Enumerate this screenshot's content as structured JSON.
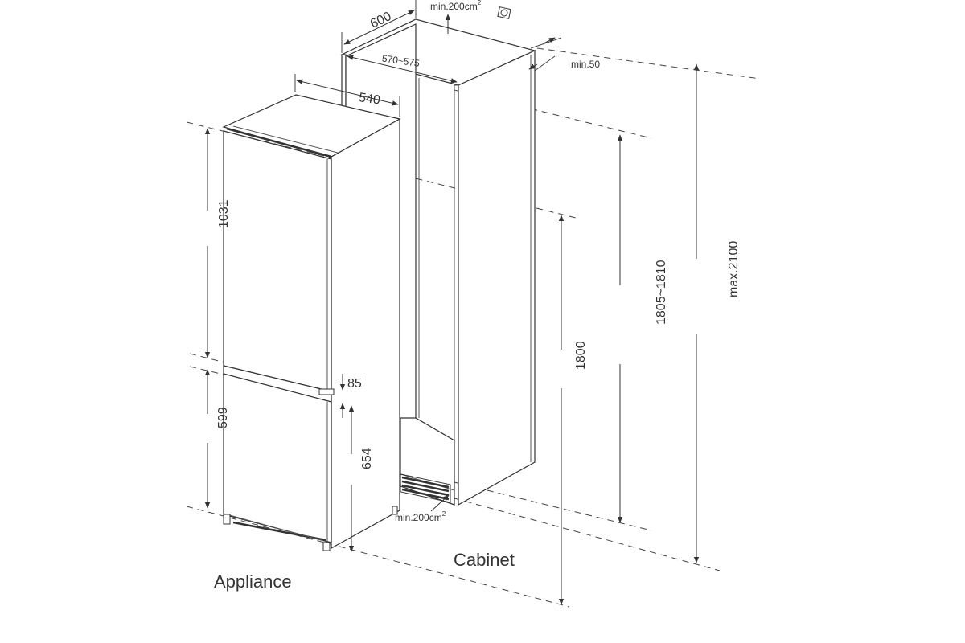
{
  "labels": {
    "appliance": "Appliance",
    "cabinet": "Cabinet"
  },
  "dimensions": {
    "cabinet_depth": "600",
    "cabinet_inner_width": "570~575",
    "appliance_depth": "540",
    "vent_top": "min.200cm",
    "vent_top_sup": "2",
    "vent_bottom": "min.200cm",
    "vent_bottom_sup": "2",
    "rear_gap": "min.50",
    "upper_door_height": "1031",
    "door_gap": "85",
    "lower_door_height": "599",
    "lower_section_height": "654",
    "appliance_height": "1800",
    "cabinet_niche_height": "1805~1810",
    "max_total_height": "max.2100"
  },
  "colors": {
    "lines": "#333333",
    "background": "#ffffff"
  }
}
